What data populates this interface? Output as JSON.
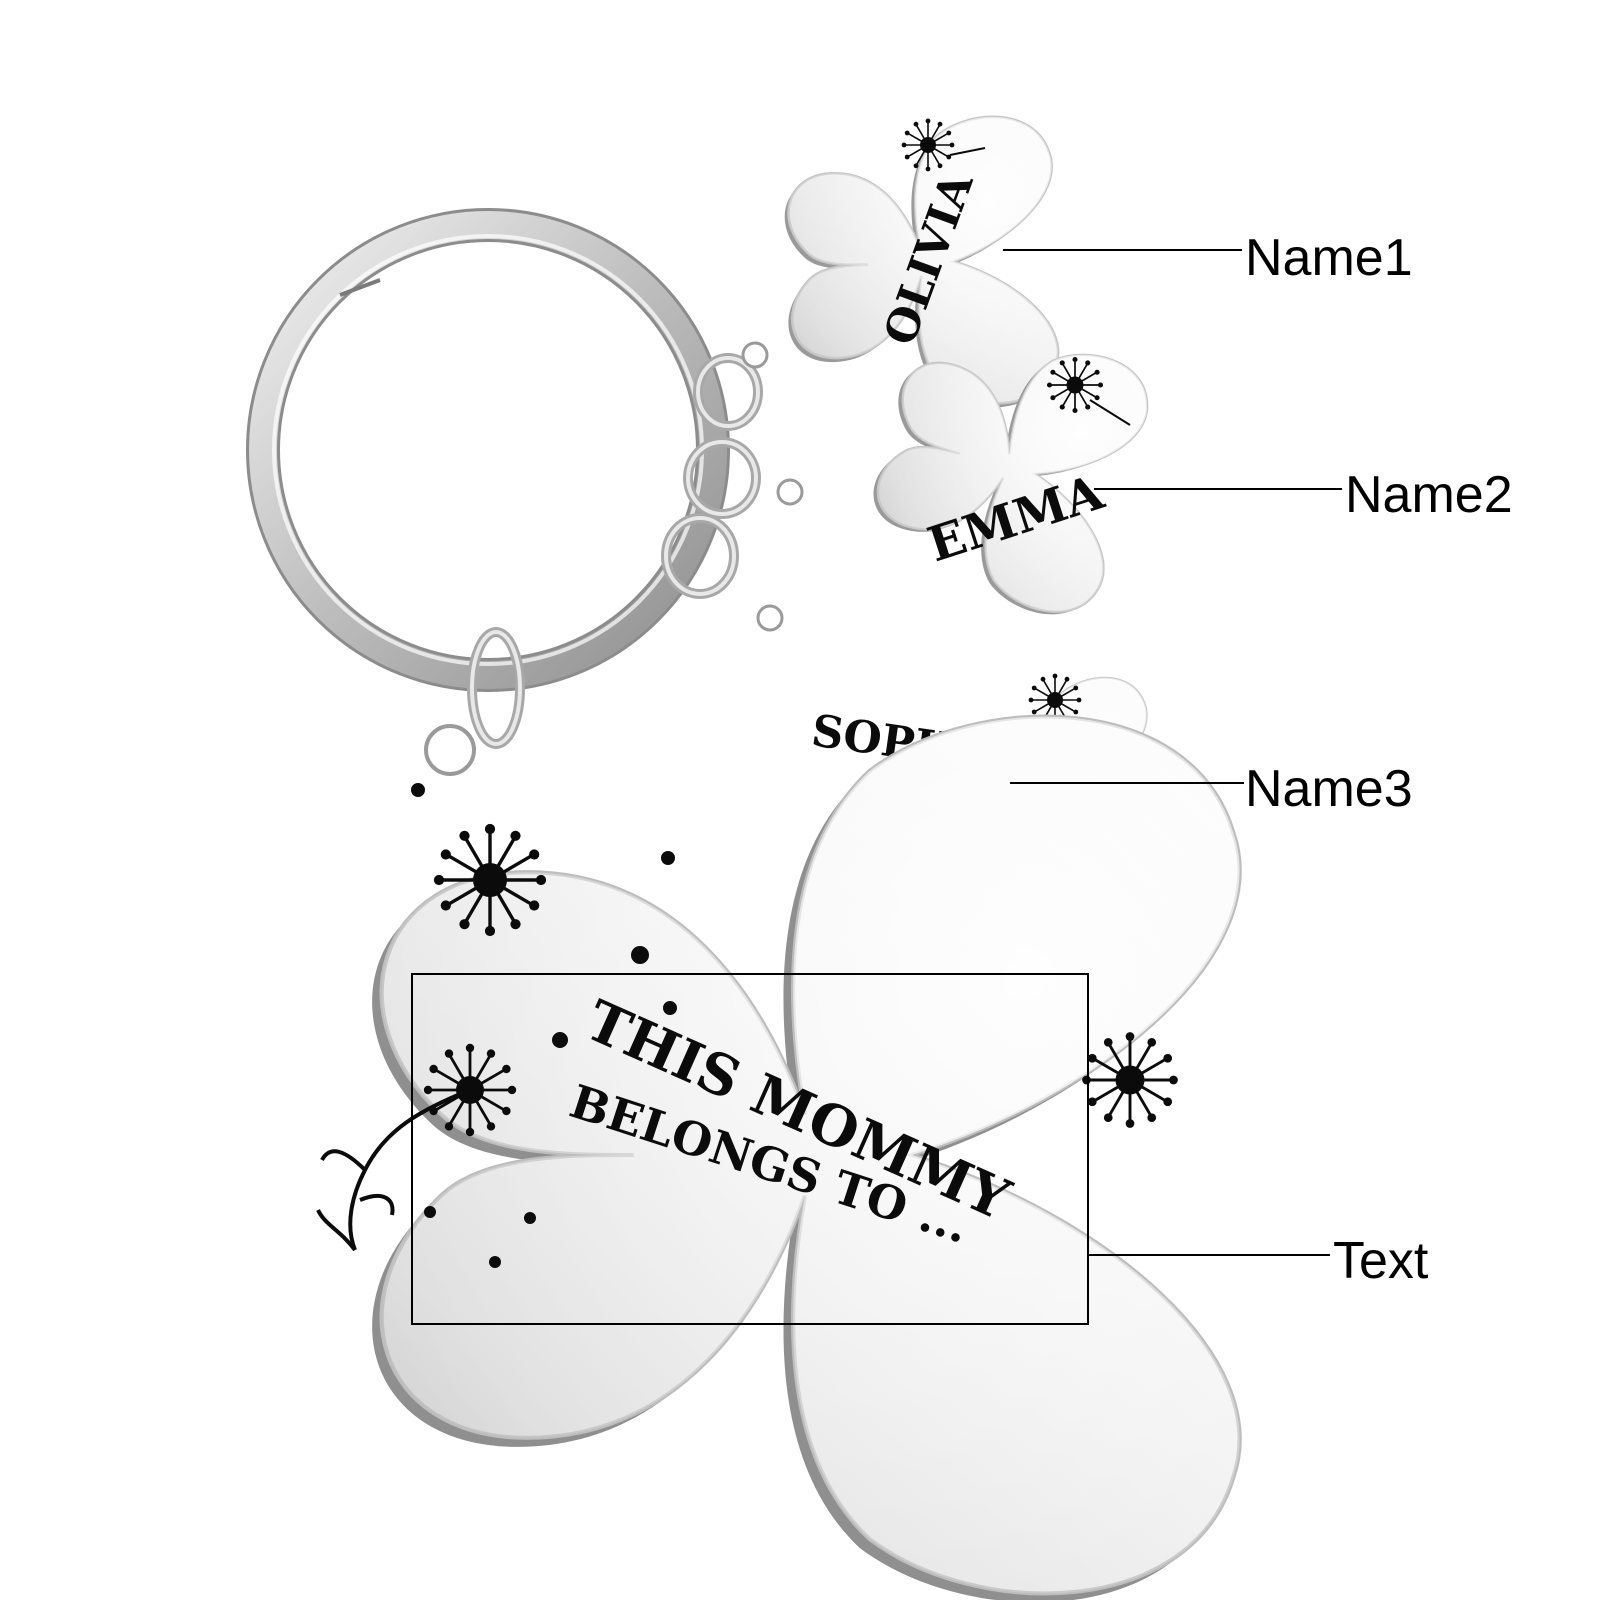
{
  "product": {
    "tag_names": [
      "OLIVIA",
      "EMMA",
      "SOPHIA"
    ],
    "main_text": {
      "line1": "THIS MOMMY",
      "line2": "BELONGS TO ..."
    }
  },
  "callouts": {
    "name1": "Name1",
    "name2": "Name2",
    "name3": "Name3",
    "text": "Text"
  },
  "colors": {
    "background": "#ffffff",
    "silver_light": "#f6f6f6",
    "silver_mid": "#d9d9d9",
    "silver_dark": "#9a9a9a",
    "engraving": "#0b0b0b",
    "callout_line": "#000000"
  }
}
